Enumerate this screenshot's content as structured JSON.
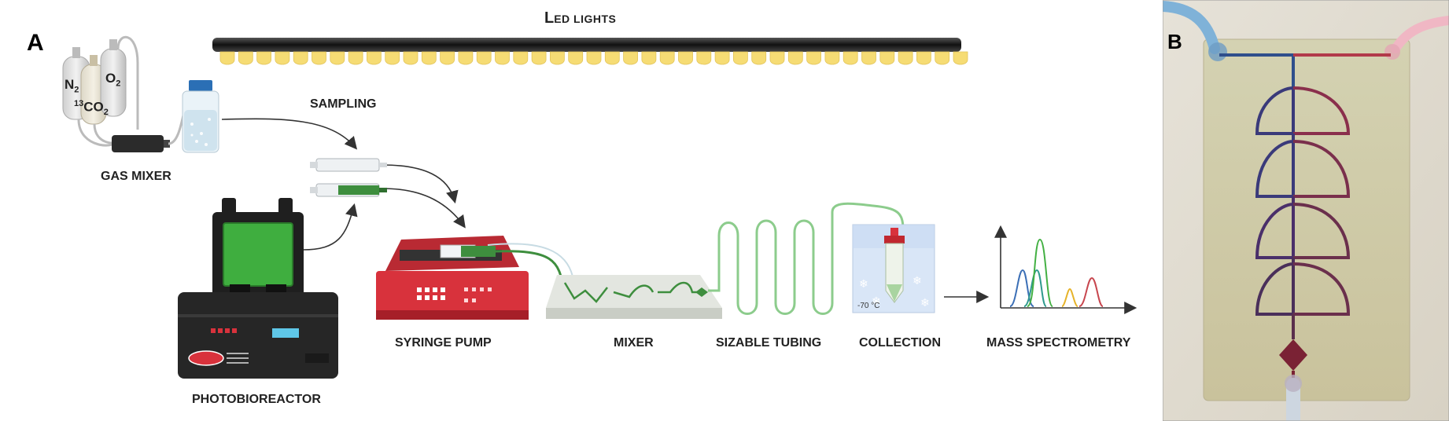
{
  "panel_a": {
    "letter": "A",
    "led_title_first": "L",
    "led_title_rest": "ED LIGHTS",
    "gas": {
      "n2": "N",
      "n2_sub": "2",
      "co2_sup": "13",
      "co2": "CO",
      "co2_sub": "2",
      "o2": "O",
      "o2_sub": "2"
    },
    "labels": {
      "gas_mixer": "GAS MIXER",
      "sampling": "SAMPLING",
      "photobioreactor": "PHOTOBIOREACTOR",
      "syringe_pump": "SYRINGE PUMP",
      "mixer": "MIXER",
      "sizable_tubing": "SIZABLE TUBING",
      "collection": "COLLECTION",
      "mass_spectrometry": "MASS SPECTROMETRY"
    },
    "collection_temp": "-70 °C"
  },
  "panel_b": {
    "letter": "B"
  },
  "colors": {
    "pump_red": "#d8323c",
    "bioreactor_green": "#3fae3f",
    "tubing_green": "#7fc97f",
    "led_yellow": "#f6dc74",
    "chip_blue": "#3a5fa0",
    "chip_red": "#b23a4a"
  }
}
